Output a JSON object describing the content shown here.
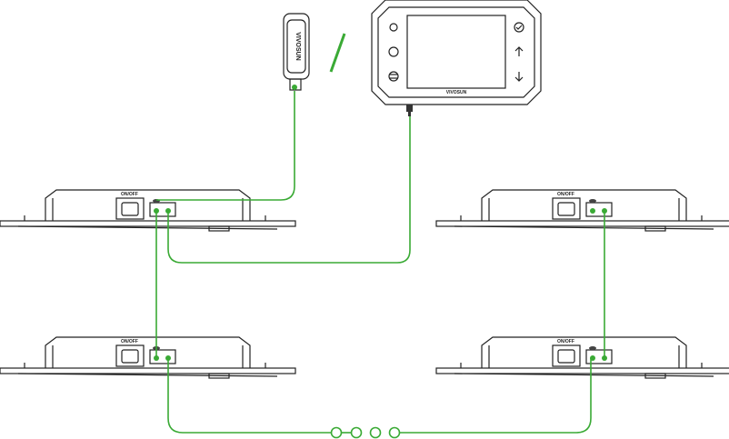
{
  "brand": "VIVOSUN",
  "fixture": {
    "power_label": "ON/OFF"
  },
  "colors": {
    "connection": "#3aaa35",
    "outline": "#222222"
  },
  "controller": {
    "icons": [
      "sun-icon",
      "fan-icon",
      "menu-icon",
      "check-icon",
      "arrow-up-icon",
      "arrow-down-icon"
    ]
  },
  "separator": "or"
}
